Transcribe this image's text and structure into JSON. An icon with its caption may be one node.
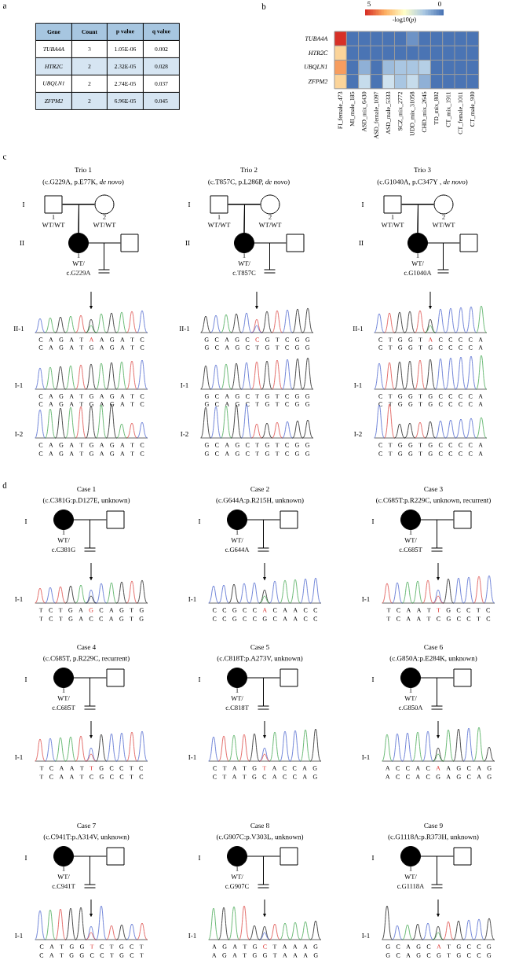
{
  "diagram": {
    "nodes": [
      {
        "text": [],
        "shape": "box",
        "beside": [
          "1",
          "WT/WT"
        ]
      },
      {
        "text": [],
        "shape": "circle",
        "beside": [
          "2",
          "WT/WT"
        ]
      },
      {
        "text": [],
        "shape": "disc",
        "beside": [
          "1",
          "WT/ c.G229A"
        ]
      },
      {
        "text": [],
        "shape": "box"
      },
      {
        "text": [],
        "shape": "box",
        "beside": [
          "1",
          "WT/WT"
        ]
      },
      {
        "text": [],
        "shape": "circle",
        "beside": [
          "2",
          "WT/WT"
        ]
      },
      {
        "text": [],
        "shape": "disc",
        "beside": [
          "1",
          "WT/ c.T857C"
        ]
      },
      {
        "text": [],
        "shape": "box"
      },
      {
        "text": [],
        "shape": "box",
        "beside": [
          "1",
          "WT/WT"
        ]
      },
      {
        "text": [],
        "shape": "circle",
        "beside": [
          "2",
          "WT/WT"
        ]
      },
      {
        "text": [],
        "shape": "disc",
        "beside": [
          "1",
          "WT/ c.G1040A"
        ]
      },
      {
        "text": [],
        "shape": "box"
      },
      {
        "text": [],
        "shape": "disc",
        "beside": [
          "1",
          "WT/ c.C381G"
        ]
      },
      {
        "text": [],
        "shape": "box"
      },
      {
        "text": [],
        "shape": "disc",
        "beside": [
          "1",
          "WT/ c.G644A"
        ]
      },
      {
        "text": [],
        "shape": "box"
      },
      {
        "text": [],
        "shape": "disc",
        "beside": [
          "1",
          "WT/ c.C685T"
        ]
      },
      {
        "text": [],
        "shape": "box"
      },
      {
        "text": [],
        "shape": "disc",
        "beside": [
          "1",
          "WT/ c.C685T"
        ]
      },
      {
        "text": [],
        "shape": "box"
      },
      {
        "text": [],
        "shape": "disc",
        "beside": [
          "1",
          "WT/ c.C818T"
        ]
      },
      {
        "text": [],
        "shape": "box"
      },
      {
        "text": [],
        "shape": "disc",
        "beside": [
          "1",
          "WT/ c.G850A"
        ]
      },
      {
        "text": [],
        "shape": "box"
      },
      {
        "text": [],
        "shape": "disc",
        "beside": [
          "1",
          "WT/ c.C941T"
        ]
      },
      {
        "text": [],
        "shape": "box"
      },
      {
        "text": [],
        "shape": "disc",
        "beside": [
          "1",
          "WT/ c.G907C"
        ]
      },
      {
        "text": [],
        "shape": "box"
      },
      {
        "text": [],
        "shape": "disc",
        "beside": [
          "1",
          "WT/ c.G1118A"
        ]
      },
      {
        "text": [],
        "shape": "box"
      }
    ],
    "edges": [
      {
        "from": 0,
        "to": 1,
        "arrow": "none"
      },
      {
        "from": 0,
        "to": 2,
        "arrow": "none"
      },
      {
        "from": 1,
        "to": 2,
        "arrow": "none"
      },
      {
        "from": 2,
        "to": 3,
        "arrow": "none"
      },
      {
        "from": 4,
        "to": 5,
        "arrow": "none"
      },
      {
        "from": 4,
        "to": 6,
        "arrow": "none"
      },
      {
        "from": 5,
        "to": 6,
        "arrow": "none"
      },
      {
        "from": 6,
        "to": 7,
        "arrow": "none"
      },
      {
        "from": 8,
        "to": 9,
        "arrow": "none"
      },
      {
        "from": 8,
        "to": 10,
        "arrow": "none"
      },
      {
        "from": 9,
        "to": 10,
        "arrow": "none"
      },
      {
        "from": 10,
        "to": 11,
        "arrow": "none"
      },
      {
        "from": 12,
        "to": 13,
        "arrow": "none"
      },
      {
        "from": 14,
        "to": 15,
        "arrow": "none"
      },
      {
        "from": 16,
        "to": 17,
        "arrow": "none"
      },
      {
        "from": 18,
        "to": 19,
        "arrow": "none"
      },
      {
        "from": 20,
        "to": 21,
        "arrow": "none"
      },
      {
        "from": 22,
        "to": 23,
        "arrow": "none"
      },
      {
        "from": 24,
        "to": 25,
        "arrow": "none"
      },
      {
        "from": 26,
        "to": 27,
        "arrow": "none"
      },
      {
        "from": 28,
        "to": 29,
        "arrow": "none"
      }
    ],
    "labels": [
      "a",
      "Gene",
      "Count",
      "p value",
      "q value",
      "TUBA4A",
      "3",
      "1.05E-06",
      "0.002",
      "HTR2C",
      "2",
      "2.32E-05",
      "0.028",
      "UBQLN1",
      "2",
      "2.74E-05",
      "0.037",
      "ZFPM2",
      "2",
      "6.96E-05",
      "0.045",
      "b",
      "5",
      "0",
      "-log10(*p*)",
      "TUBA4A",
      "HTR2C",
      "UBQLN1",
      "ZFPM2",
      "FI_female_473",
      "MI_male_185",
      "ASD_mix_6430",
      "ASD_female_1097",
      "ASD_male_5333",
      "SCZ_mix_2772",
      "UDD_mix_31058",
      "CHD_mix_2645",
      "TD_mix_802",
      "CT_mix_1911",
      "CT_female_1011",
      "CT_male_900",
      "c",
      "Trio 1",
      "(c.G229A, p.E77K, *de novo*)",
      "I",
      "II",
      "II-1",
      "C A G A T **A** A G A T C",
      "C A G A T G A G A T C",
      "I-1",
      "C A G A T G A G A T C",
      "C A G A T G A G A T C",
      "I-2",
      "C A G A T G A G A T C",
      "C A G A T G A G A T C",
      "Trio 2",
      "(c.T857C, p.L286P, *de novo*)",
      "I",
      "II",
      "II-1",
      "G C A G C **C** G T C G G",
      "G C A G C T G T C G G",
      "I-1",
      "G C A G C T G T C G G",
      "G C A G C T G T C G G",
      "I-2",
      "G C A G C T G T C G G",
      "G C A G C T G T C G G",
      "Trio 3",
      "(c.G1040A, p.C347Y , *de novo*)",
      "I",
      "II",
      "II-1",
      "C T G G T **A** C C C C A",
      "C T G G T G C C C C A",
      "I-1",
      "C T G G T G C C C C A",
      "C T G G T G C C C C A",
      "I-2",
      "C T G G T G C C C C A",
      "C T G G T G C C C C A",
      "d",
      "Case 1",
      "(c.C381G:p.D127E, unknown)",
      "I",
      "I-1",
      "T C T G A **G** C A G T G",
      "T C T G A C C A G T G",
      "Case 2",
      "(c.G644A:p.R215H, unknown)",
      "I",
      "I-1",
      "C C G C C **A** C A A C C",
      "C C G C C G C A A C C",
      "Case 3",
      "(c.C685T:p.R229C, unknown, recurrent)",
      "I",
      "I-1",
      "T C A A T **T** G C C T C",
      "T C A A T C G C C T C",
      "Case 4",
      "(c.C685T, p.R229C, recurrent)",
      "I",
      "I-1",
      "T C A A T **T** G C C T C",
      "T C A A T C G C C T C",
      "Case 5",
      "(c.C818T:p.A273V, unknown)",
      "I",
      "I-1",
      "C T A T G **T** A C C A G",
      "C T A T G C A C C A G",
      "Case 6",
      "(c.G850A:p.E284K, unknown)",
      "I",
      "I-1",
      "A C C A C **A** A G C A G",
      "A C C A C G A G C A G",
      "Case 7",
      "(c.C941T:p.A314V, unknown)",
      "I",
      "I-1",
      "C A T G G **T** C T G C T",
      "C A T G G C C T G C T",
      "Case 8",
      "(c.G907C:p.V303L, unknown)",
      "I",
      "I-1",
      "A G A T G **C** T A A A G",
      "A G A T G G T A A A G",
      "Case 9",
      "(c.G1118A:p.R373H, unknown)",
      "I",
      "I-1",
      "G C A G C **A** T G C C G",
      "G C A G C G T G C C G"
    ]
  }
}
